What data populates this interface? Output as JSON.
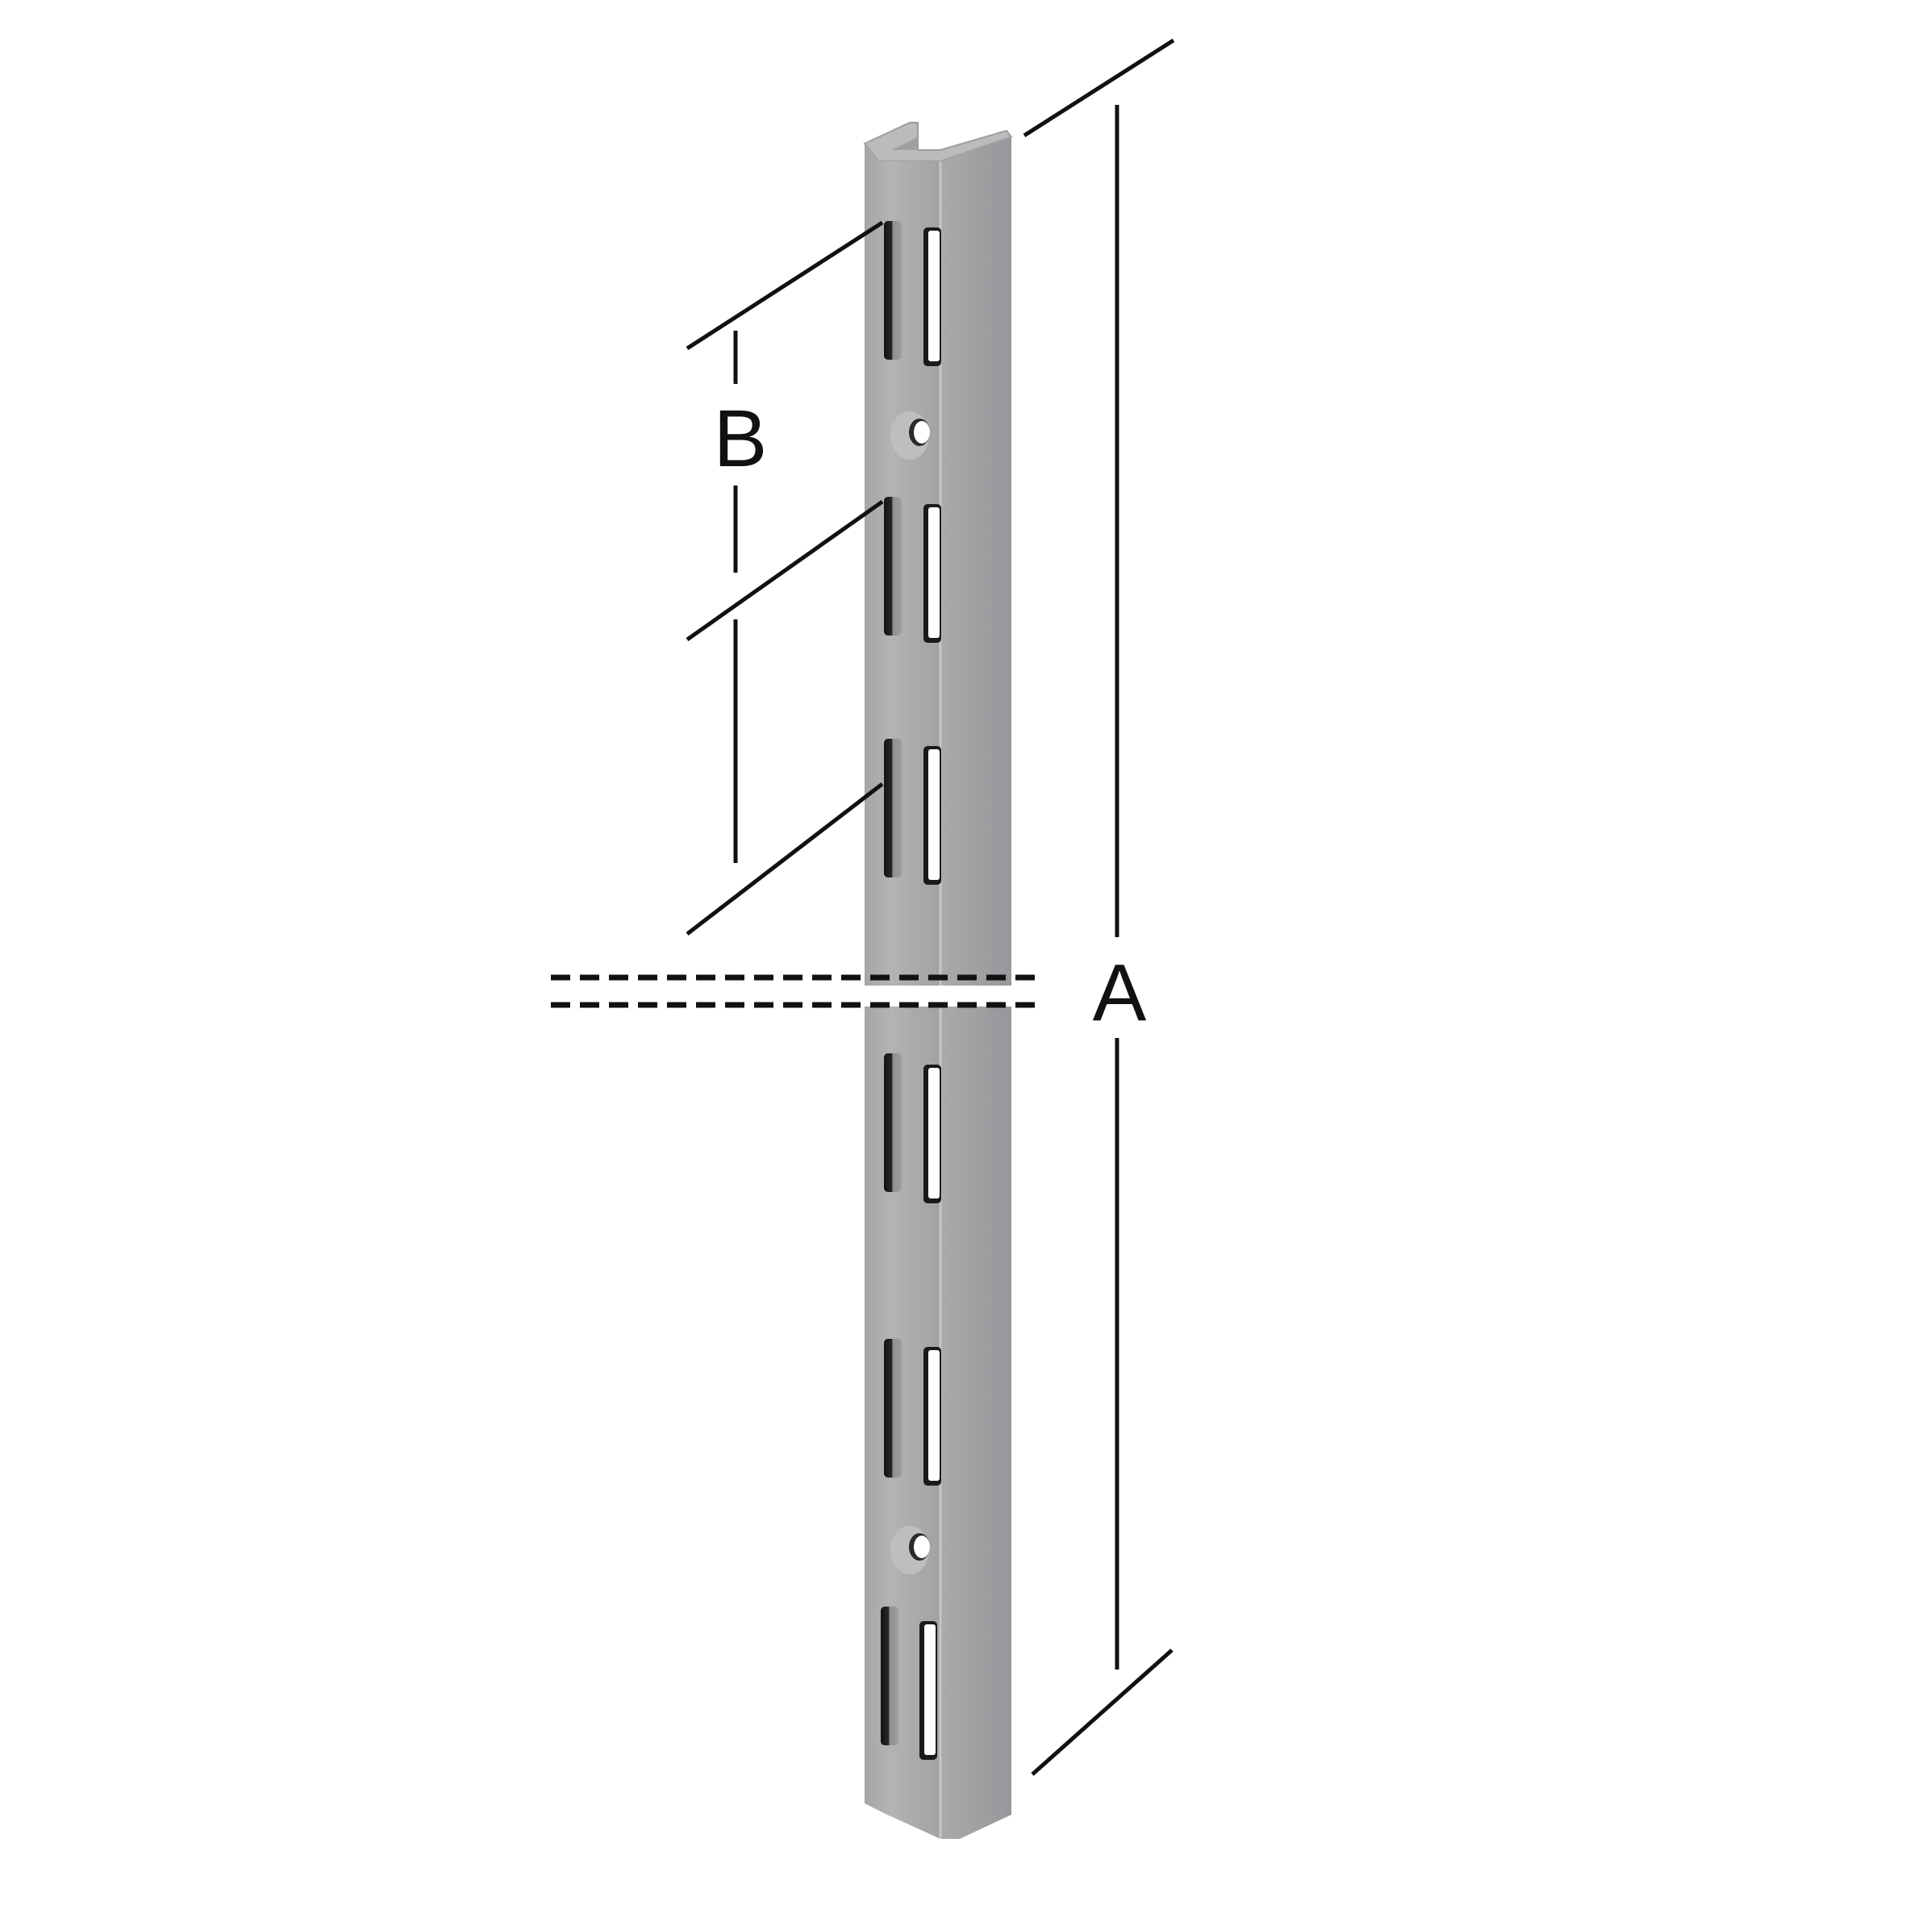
{
  "diagram": {
    "subject": "wall shelf upright rail",
    "labels": {
      "overall_length": "A",
      "slot_pitch": "B"
    },
    "colors": {
      "background": "#ffffff",
      "rail_face": "#a7a9ab",
      "rail_side": "#9a9c9e",
      "rail_highlight": "#b6b8ba",
      "slot_dark": "#1c1c1c",
      "line": "#111111"
    },
    "features": {
      "slot_pairs_top_segment": 3,
      "slot_pairs_bottom_segment": 3,
      "mounting_holes": 2,
      "break_indicator": "dashed double line"
    }
  }
}
